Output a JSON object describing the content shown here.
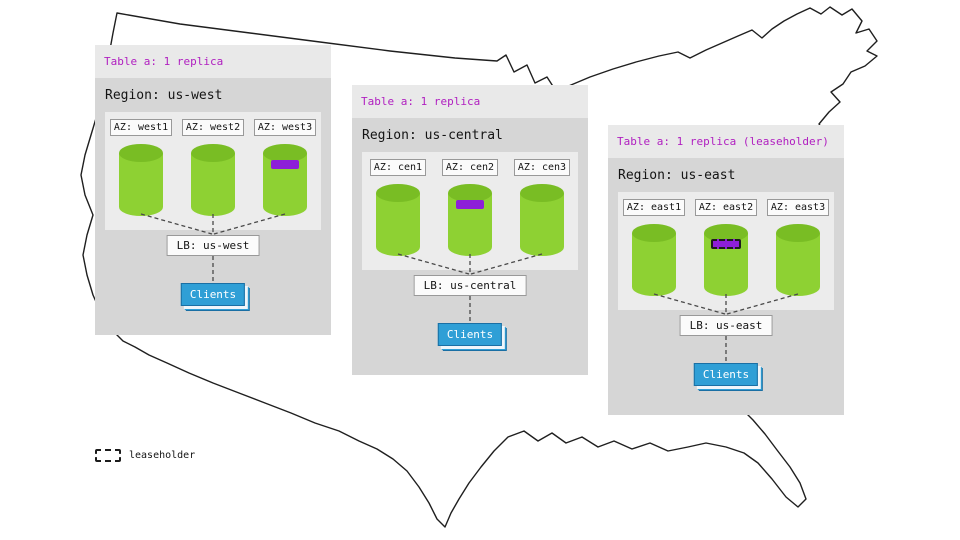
{
  "regions": [
    {
      "table_label": "Table a: 1 replica",
      "region_label": "Region: us-west",
      "azs": [
        {
          "label": "AZ: west1",
          "replica": false,
          "leaseholder": false
        },
        {
          "label": "AZ: west2",
          "replica": false,
          "leaseholder": false
        },
        {
          "label": "AZ: west3",
          "replica": true,
          "leaseholder": false
        }
      ],
      "lb_label": "LB: us-west",
      "clients_label": "Clients"
    },
    {
      "table_label": "Table a: 1 replica",
      "region_label": "Region: us-central",
      "azs": [
        {
          "label": "AZ: cen1",
          "replica": false,
          "leaseholder": false
        },
        {
          "label": "AZ: cen2",
          "replica": true,
          "leaseholder": false
        },
        {
          "label": "AZ: cen3",
          "replica": false,
          "leaseholder": false
        }
      ],
      "lb_label": "LB: us-central",
      "clients_label": "Clients"
    },
    {
      "table_label": "Table a: 1 replica (leaseholder)",
      "region_label": "Region: us-east",
      "azs": [
        {
          "label": "AZ: east1",
          "replica": false,
          "leaseholder": false
        },
        {
          "label": "AZ: east2",
          "replica": true,
          "leaseholder": true
        },
        {
          "label": "AZ: east3",
          "replica": false,
          "leaseholder": false
        }
      ],
      "lb_label": "LB: us-east",
      "clients_label": "Clients"
    }
  ],
  "legend": {
    "label": "leaseholder"
  },
  "colors": {
    "replica_green": "#8ed133",
    "replica_green_dark": "#79bd24",
    "range_purple": "#8d1fd8",
    "header_text_purple": "#b01fc0",
    "clients_blue": "#2f9fd6",
    "card_body_gray": "#d6d6d6",
    "card_header_gray": "#e9e9e9",
    "az_panel_gray": "#ececec"
  }
}
